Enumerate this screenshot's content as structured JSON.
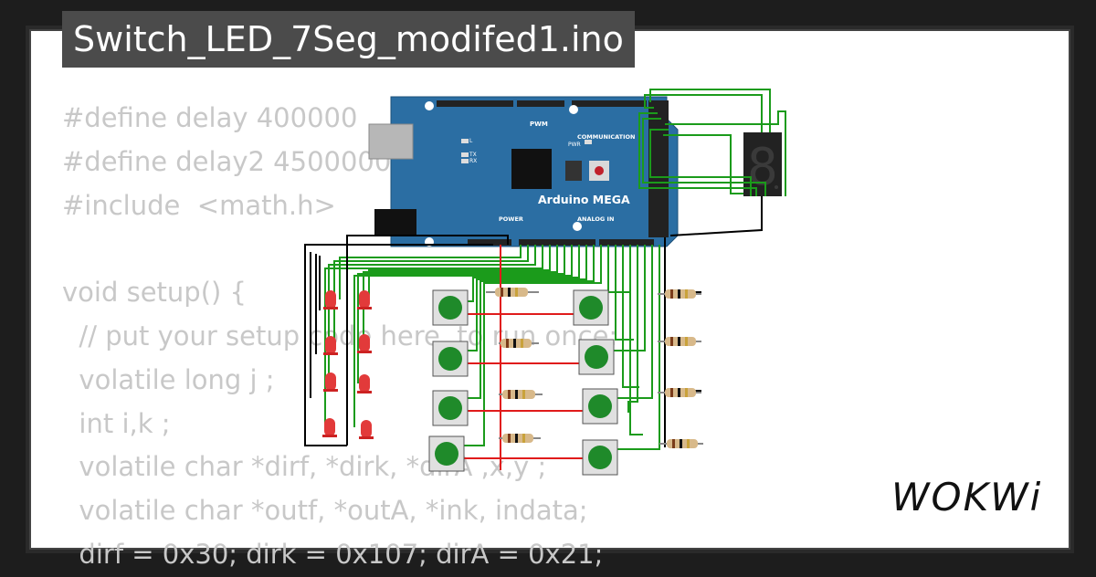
{
  "title": "Switch_LED_7Seg_modifed1.ino",
  "code_lines": [
    "#define delay 400000",
    "#define delay2 4500000",
    "#include  <math.h>",
    "",
    "void setup() {",
    "  // put your setup code here, to run once:",
    "  volatile long j ;",
    "  int i,k ;",
    "  volatile char *dirf, *dirk, *dirA ,x,y ;",
    "  volatile char *outf, *outA, *ink, indata;",
    "  dirf = 0x30; dirk = 0x107; dirA = 0x21;"
  ],
  "board": {
    "name": "Arduino MEGA",
    "pwm": "PWM",
    "communication": "COMMUNICATION",
    "power": "POWER",
    "analog_in": "ANALOG IN",
    "pwr_label": "PWR",
    "l_label": "L",
    "tx_label": "TX",
    "rx_label": "RX"
  },
  "seven_segment_digit": "8",
  "logo": "WOKWi",
  "colors": {
    "board": "#2b6ea3",
    "wire_green": "#1b9b1b",
    "wire_red": "#e01b1b",
    "wire_black": "#000000",
    "button": "#1f8a2a",
    "led": "#e23a3a"
  },
  "icons": {
    "usb": "usb-port-icon",
    "power_jack": "power-jack-icon",
    "reset": "reset-button-icon"
  }
}
